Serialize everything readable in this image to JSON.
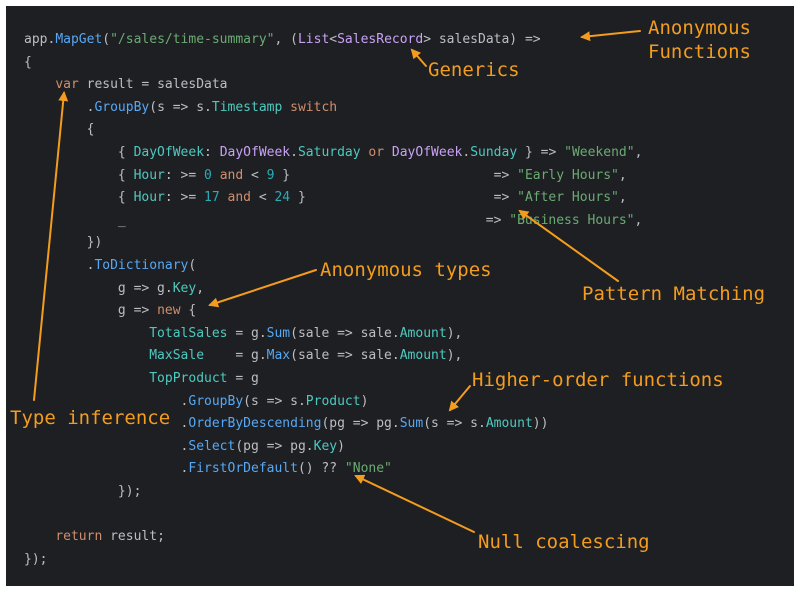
{
  "colors": {
    "background": "#1e1f22",
    "default_text": "#bcbec4",
    "method": "#56a8f5",
    "property": "#c77dbb",
    "type": "#c8a2f5",
    "string": "#6aab73",
    "number": "#2aacb8",
    "keyword": "#cf8e6d",
    "member": "#4ec9c0",
    "annotation": "#f39c1e"
  },
  "code_lines": [
    [
      {
        "t": "app.",
        "c": "plain"
      },
      {
        "t": "MapGet",
        "c": "method"
      },
      {
        "t": "(",
        "c": "plain"
      },
      {
        "t": "\"/sales/time-summary\"",
        "c": "string"
      },
      {
        "t": ", (",
        "c": "plain"
      },
      {
        "t": "List",
        "c": "type"
      },
      {
        "t": "<",
        "c": "plain"
      },
      {
        "t": "SalesRecord",
        "c": "type"
      },
      {
        "t": "> salesData) =>",
        "c": "plain"
      }
    ],
    [
      {
        "t": "{",
        "c": "plain"
      }
    ],
    [
      {
        "t": "    ",
        "c": "plain"
      },
      {
        "t": "var",
        "c": "keyword"
      },
      {
        "t": " result = salesData",
        "c": "plain"
      }
    ],
    [
      {
        "t": "        .",
        "c": "plain"
      },
      {
        "t": "GroupBy",
        "c": "method"
      },
      {
        "t": "(s => s.",
        "c": "plain"
      },
      {
        "t": "Timestamp",
        "c": "member"
      },
      {
        "t": " ",
        "c": "plain"
      },
      {
        "t": "switch",
        "c": "keyword"
      }
    ],
    [
      {
        "t": "        {",
        "c": "plain"
      }
    ],
    [
      {
        "t": "            { ",
        "c": "plain"
      },
      {
        "t": "DayOfWeek",
        "c": "member"
      },
      {
        "t": ": ",
        "c": "plain"
      },
      {
        "t": "DayOfWeek",
        "c": "type"
      },
      {
        "t": ".",
        "c": "plain"
      },
      {
        "t": "Saturday",
        "c": "member"
      },
      {
        "t": " ",
        "c": "plain"
      },
      {
        "t": "or",
        "c": "keyword"
      },
      {
        "t": " ",
        "c": "plain"
      },
      {
        "t": "DayOfWeek",
        "c": "type"
      },
      {
        "t": ".",
        "c": "plain"
      },
      {
        "t": "Sunday",
        "c": "member"
      },
      {
        "t": " } => ",
        "c": "plain"
      },
      {
        "t": "\"Weekend\"",
        "c": "string"
      },
      {
        "t": ",",
        "c": "plain"
      }
    ],
    [
      {
        "t": "            { ",
        "c": "plain"
      },
      {
        "t": "Hour",
        "c": "member"
      },
      {
        "t": ": >= ",
        "c": "plain"
      },
      {
        "t": "0",
        "c": "number"
      },
      {
        "t": " ",
        "c": "plain"
      },
      {
        "t": "and",
        "c": "keyword"
      },
      {
        "t": " < ",
        "c": "plain"
      },
      {
        "t": "9",
        "c": "number"
      },
      {
        "t": " }                          => ",
        "c": "plain"
      },
      {
        "t": "\"Early Hours\"",
        "c": "string"
      },
      {
        "t": ",",
        "c": "plain"
      }
    ],
    [
      {
        "t": "            { ",
        "c": "plain"
      },
      {
        "t": "Hour",
        "c": "member"
      },
      {
        "t": ": >= ",
        "c": "plain"
      },
      {
        "t": "17",
        "c": "number"
      },
      {
        "t": " ",
        "c": "plain"
      },
      {
        "t": "and",
        "c": "keyword"
      },
      {
        "t": " < ",
        "c": "plain"
      },
      {
        "t": "24",
        "c": "number"
      },
      {
        "t": " }                        => ",
        "c": "plain"
      },
      {
        "t": "\"After Hours\"",
        "c": "string"
      },
      {
        "t": ",",
        "c": "plain"
      }
    ],
    [
      {
        "t": "            _                                              => ",
        "c": "plain"
      },
      {
        "t": "\"Business Hours\"",
        "c": "string"
      },
      {
        "t": ",",
        "c": "plain"
      }
    ],
    [
      {
        "t": "        })",
        "c": "plain"
      }
    ],
    [
      {
        "t": "        .",
        "c": "plain"
      },
      {
        "t": "ToDictionary",
        "c": "method"
      },
      {
        "t": "(",
        "c": "plain"
      }
    ],
    [
      {
        "t": "            g => g.",
        "c": "plain"
      },
      {
        "t": "Key",
        "c": "member"
      },
      {
        "t": ",",
        "c": "plain"
      }
    ],
    [
      {
        "t": "            g => ",
        "c": "plain"
      },
      {
        "t": "new",
        "c": "keyword"
      },
      {
        "t": " {",
        "c": "plain"
      }
    ],
    [
      {
        "t": "                ",
        "c": "plain"
      },
      {
        "t": "TotalSales",
        "c": "member"
      },
      {
        "t": " = g.",
        "c": "plain"
      },
      {
        "t": "Sum",
        "c": "method"
      },
      {
        "t": "(sale => sale.",
        "c": "plain"
      },
      {
        "t": "Amount",
        "c": "member"
      },
      {
        "t": "),",
        "c": "plain"
      }
    ],
    [
      {
        "t": "                ",
        "c": "plain"
      },
      {
        "t": "MaxSale",
        "c": "member"
      },
      {
        "t": "    = g.",
        "c": "plain"
      },
      {
        "t": "Max",
        "c": "method"
      },
      {
        "t": "(sale => sale.",
        "c": "plain"
      },
      {
        "t": "Amount",
        "c": "member"
      },
      {
        "t": "),",
        "c": "plain"
      }
    ],
    [
      {
        "t": "                ",
        "c": "plain"
      },
      {
        "t": "TopProduct",
        "c": "member"
      },
      {
        "t": " = g",
        "c": "plain"
      }
    ],
    [
      {
        "t": "                    .",
        "c": "plain"
      },
      {
        "t": "GroupBy",
        "c": "method"
      },
      {
        "t": "(s => s.",
        "c": "plain"
      },
      {
        "t": "Product",
        "c": "member"
      },
      {
        "t": ")",
        "c": "plain"
      }
    ],
    [
      {
        "t": "                    .",
        "c": "plain"
      },
      {
        "t": "OrderByDescending",
        "c": "method"
      },
      {
        "t": "(pg => pg.",
        "c": "plain"
      },
      {
        "t": "Sum",
        "c": "method"
      },
      {
        "t": "(s => s.",
        "c": "plain"
      },
      {
        "t": "Amount",
        "c": "member"
      },
      {
        "t": "))",
        "c": "plain"
      }
    ],
    [
      {
        "t": "                    .",
        "c": "plain"
      },
      {
        "t": "Select",
        "c": "method"
      },
      {
        "t": "(pg => pg.",
        "c": "plain"
      },
      {
        "t": "Key",
        "c": "member"
      },
      {
        "t": ")",
        "c": "plain"
      }
    ],
    [
      {
        "t": "                    .",
        "c": "plain"
      },
      {
        "t": "FirstOrDefault",
        "c": "method"
      },
      {
        "t": "() ?? ",
        "c": "plain"
      },
      {
        "t": "\"None\"",
        "c": "string"
      }
    ],
    [
      {
        "t": "            });",
        "c": "plain"
      }
    ],
    [
      {
        "t": "",
        "c": "plain"
      }
    ],
    [
      {
        "t": "    ",
        "c": "plain"
      },
      {
        "t": "return",
        "c": "keyword"
      },
      {
        "t": " result;",
        "c": "plain"
      }
    ],
    [
      {
        "t": "});",
        "c": "plain"
      }
    ]
  ],
  "annotations": {
    "anonymous_functions": "Anonymous\nFunctions",
    "generics": "Generics",
    "pattern_matching": "Pattern Matching",
    "anonymous_types": "Anonymous types",
    "higher_order_functions": "Higher-order functions",
    "type_inference": "Type inference",
    "null_coalescing": "Null coalescing"
  }
}
